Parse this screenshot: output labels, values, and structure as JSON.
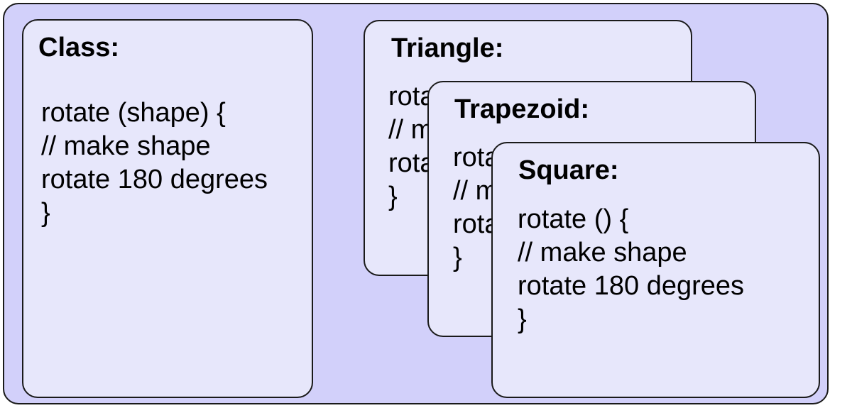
{
  "colors": {
    "outer_background": "#d2d0fa",
    "card_background": "#e7e7fb",
    "border": "#1a1a1a"
  },
  "cards": {
    "class": {
      "title": "Class:",
      "lines": [
        "rotate (shape) {",
        "// make shape",
        "rotate 180 degrees",
        "}"
      ]
    },
    "triangle": {
      "title": "Triangle:",
      "lines": [
        "rotate () {",
        "// make shape",
        "rotate 180 degrees",
        "}"
      ]
    },
    "trapezoid": {
      "title": "Trapezoid:",
      "lines": [
        "rotate () {",
        "// make shape",
        "rotate 180 degrees",
        "}"
      ]
    },
    "square": {
      "title": "Square:",
      "lines": [
        "rotate () {",
        "// make shape",
        "rotate 180 degrees",
        "}"
      ]
    }
  }
}
